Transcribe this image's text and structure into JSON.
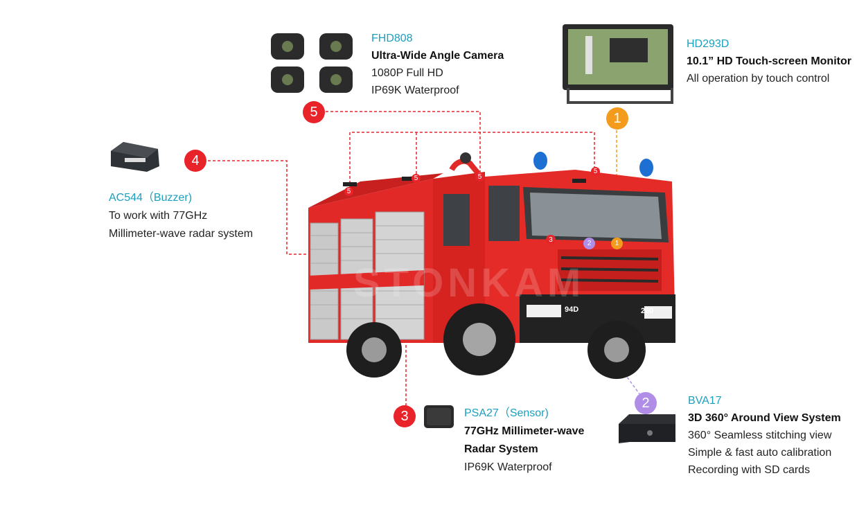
{
  "brand": {
    "watermark": "STONKAM"
  },
  "truck": {
    "plate_left": "94D",
    "plate_right": "260"
  },
  "components": {
    "fhd808": {
      "model": "FHD808",
      "title": "Ultra-Wide Angle Camera",
      "lines": [
        "1080P Full HD",
        "IP69K Waterproof"
      ],
      "badge": "5"
    },
    "hd293d": {
      "model": "HD293D",
      "title": "10.1” HD Touch-screen Monitor",
      "lines": [
        "All operation by touch control"
      ],
      "badge": "1"
    },
    "ac544": {
      "model": "AC544（Buzzer)",
      "lines": [
        "To work with 77GHz",
        "Millimeter-wave radar system"
      ],
      "badge": "4"
    },
    "psa27": {
      "model": "PSA27（Sensor)",
      "title_lines": [
        "77GHz Millimeter-wave",
        "Radar System"
      ],
      "lines": [
        "IP69K Waterproof"
      ],
      "badge": "3"
    },
    "bva17": {
      "model": "BVA17",
      "title": "3D 360° Around View System",
      "lines": [
        "360° Seamless stitching view",
        "Simple & fast auto calibration",
        "Recording with SD cards"
      ],
      "badge": "2"
    }
  },
  "colors": {
    "red": "#e8232a",
    "orange": "#f29b1d",
    "purple": "#b08ee8",
    "model": "#1a9fbf"
  }
}
